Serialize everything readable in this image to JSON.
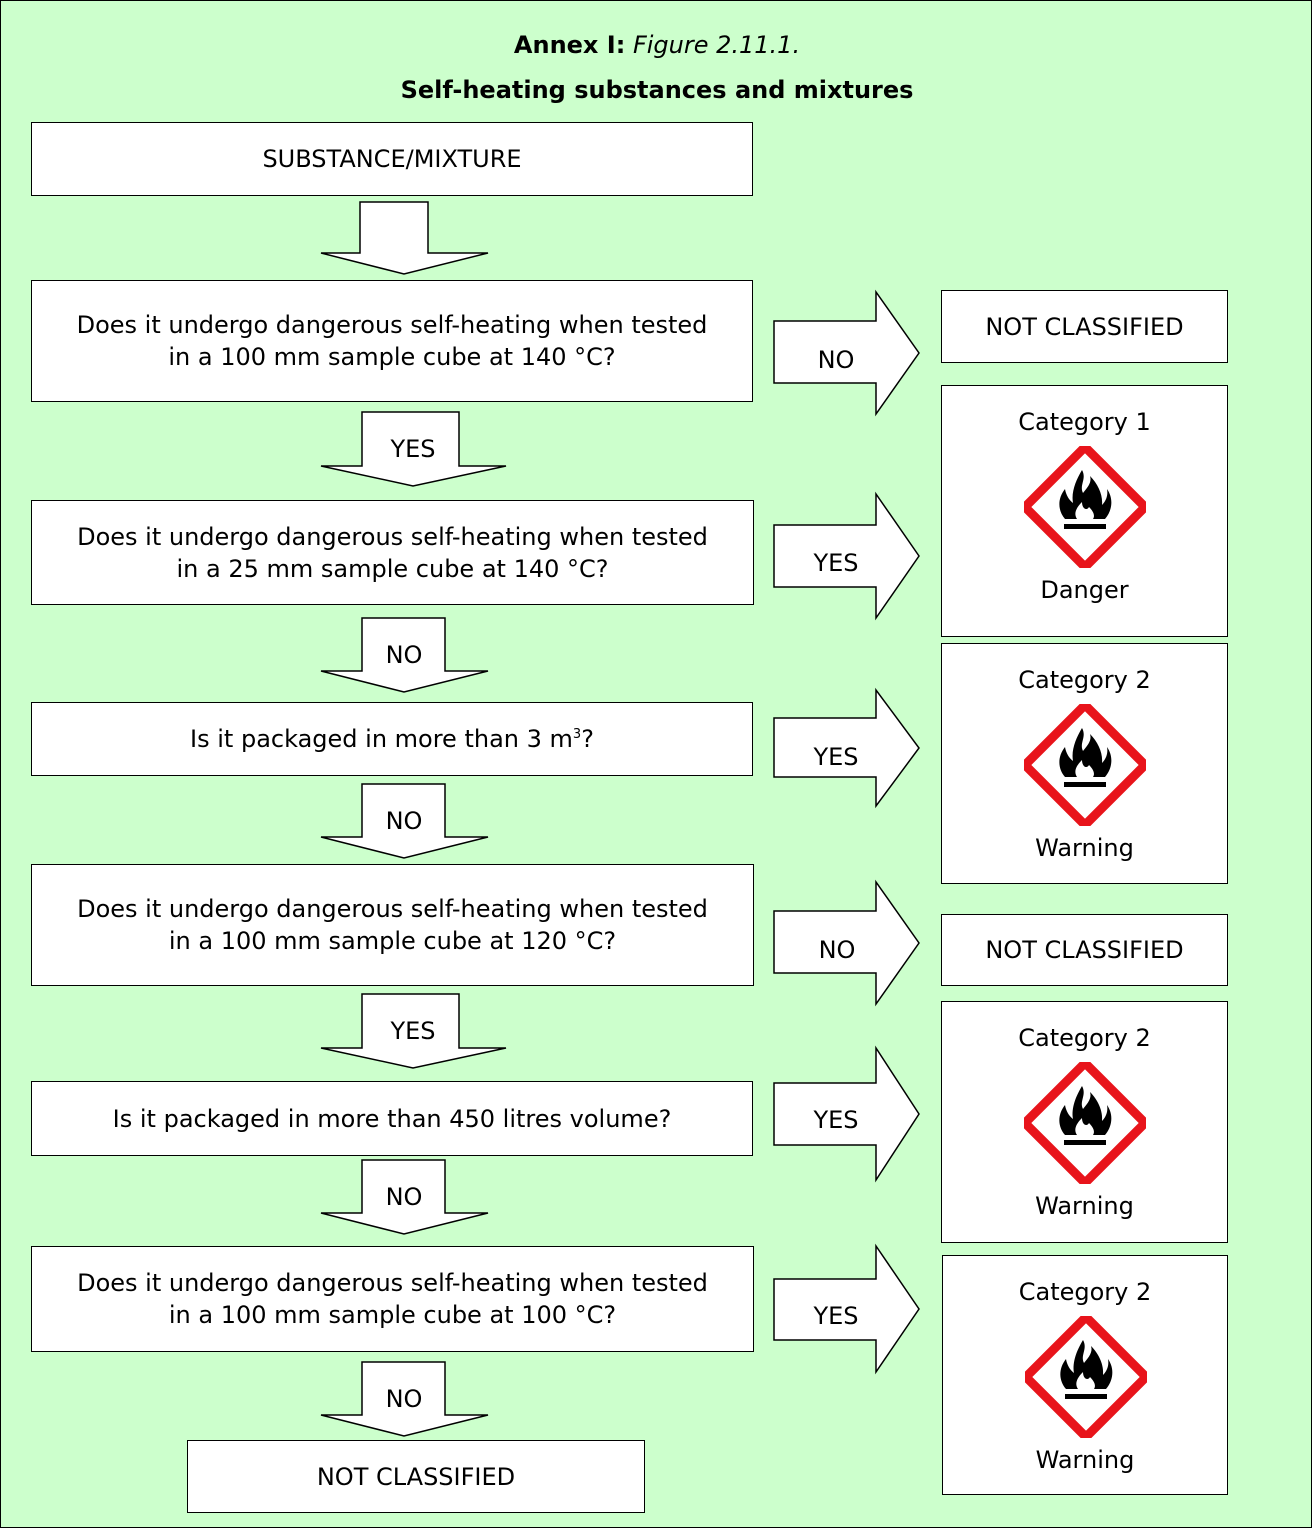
{
  "header": {
    "annex_label": "Annex I:",
    "figure_ref": "Figure 2.11.1.",
    "title": "Self-heating substances and mixtures"
  },
  "flow": {
    "start": "SUBSTANCE/MIXTURE",
    "q1": "Does it undergo dangerous self-heating when tested in a 100 mm sample cube at 140 °C?",
    "q2": "Does it undergo dangerous self-heating when tested in a 25 mm sample cube at 140 °C?",
    "q3_pre": "Is it packaged in more than 3 m",
    "q3_sup": "3",
    "q3_post": "?",
    "q4": "Does it undergo dangerous self-heating when tested in a 100 mm sample cube at 120 °C?",
    "q5": "Is it packaged in more than 450 litres volume?",
    "q6": "Does it undergo dangerous self-heating when tested in a 100 mm sample cube at 100 °C?",
    "end": "NOT CLASSIFIED"
  },
  "down_labels": {
    "d1": "YES",
    "d2": "NO",
    "d3": "NO",
    "d4": "YES",
    "d5": "NO",
    "d6": "NO"
  },
  "right_labels": {
    "r1": "NO",
    "r2": "YES",
    "r3": "YES",
    "r4": "NO",
    "r5": "YES",
    "r6": "YES"
  },
  "outcomes": {
    "o1": {
      "text": "NOT CLASSIFIED"
    },
    "o2": {
      "category": "Category 1",
      "signal": "Danger",
      "icon": "flame-pictogram-icon"
    },
    "o3": {
      "category": "Category 2",
      "signal": "Warning",
      "icon": "flame-pictogram-icon"
    },
    "o4": {
      "text": "NOT CLASSIFIED"
    },
    "o5": {
      "category": "Category 2",
      "signal": "Warning",
      "icon": "flame-pictogram-icon"
    },
    "o6": {
      "category": "Category 2",
      "signal": "Warning",
      "icon": "flame-pictogram-icon"
    }
  },
  "colors": {
    "background": "#ccffcc",
    "box": "#ffffff",
    "pictogram_border": "#ff0000"
  }
}
